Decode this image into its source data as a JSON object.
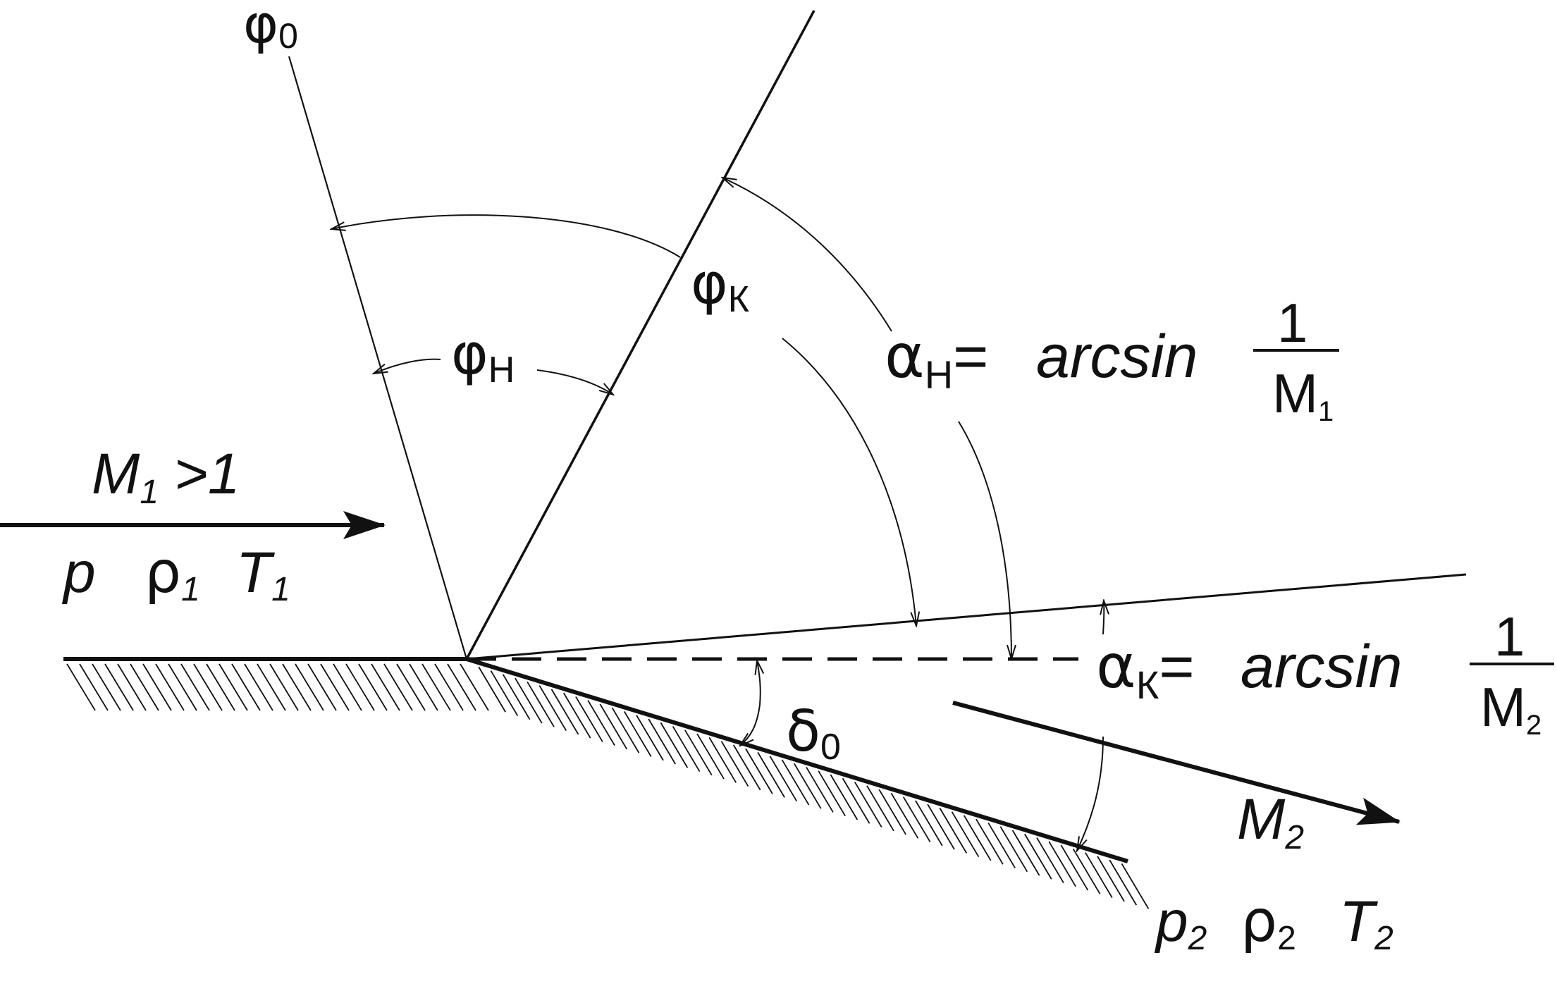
{
  "colors": {
    "ink": "#111111",
    "background": "#ffffff"
  },
  "labels": {
    "phi0": {
      "sym": "φ",
      "sub": "0"
    },
    "phiN": {
      "sym": "φ",
      "sub": "Н"
    },
    "phiK": {
      "sym": "φ",
      "sub": "К"
    },
    "alphaN": {
      "sym": "α",
      "sub": "Н",
      "eq": "=",
      "func": "arcsin",
      "num": "1",
      "den": "M",
      "den_sub": "1"
    },
    "alphaK": {
      "sym": "α",
      "sub": "К",
      "eq": "=",
      "func": "arcsin",
      "num": "1",
      "den": "M",
      "den_sub": "2"
    },
    "delta0": {
      "sym": "δ",
      "sub": "0"
    },
    "inflow": {
      "mach": "M",
      "mach_sub": "1",
      "mach_cond": ">1",
      "p": "p",
      "rho": "ρ",
      "rho_sub": "1",
      "T": "T",
      "T_sub": "1"
    },
    "outflow": {
      "mach": "M",
      "mach_sub": "2",
      "p": "p",
      "p_sub": "2",
      "rho": "ρ",
      "rho_sub": "2",
      "T": "T",
      "T_sub": "2"
    }
  }
}
